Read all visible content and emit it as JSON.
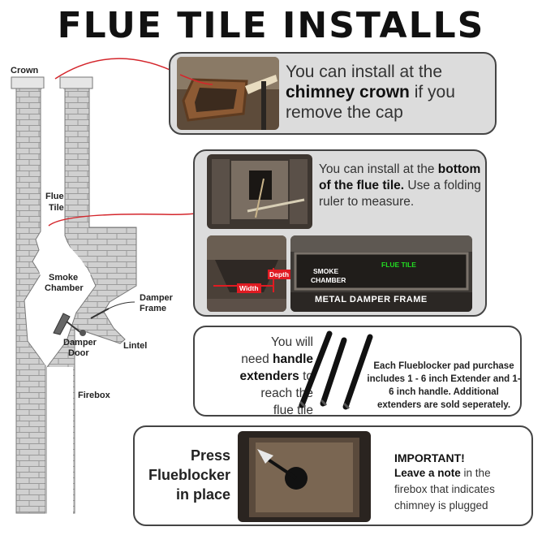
{
  "title": "FLUE TILE INSTALLS",
  "diagram": {
    "crown": "Crown",
    "flue_tile_1": "Flue",
    "flue_tile_2": "Tile",
    "smoke_chamber_1": "Smoke",
    "smoke_chamber_2": "Chamber",
    "damper_frame_1": "Damper",
    "damper_frame_2": "Frame",
    "damper_door_1": "Damper",
    "damper_door_2": "Door",
    "lintel": "Lintel",
    "firebox": "Firebox"
  },
  "panel1": {
    "pre": "You can install at the",
    "bold": "chimney crown",
    "post": " if you remove the cap"
  },
  "panel2": {
    "pre": "You can install at the",
    "bold": "bottom of the flue tile.",
    "post": "Use a folding ruler to measure.",
    "width_label": "Width",
    "depth_label": "Depth",
    "smoke_chamber_1": "SMOKE",
    "smoke_chamber_2": "CHAMBER",
    "flue_tile": "FLUE TILE",
    "metal_damper_frame": "METAL DAMPER FRAME"
  },
  "panel3": {
    "line1": "You will",
    "line2_pre": "need ",
    "line2_bold": "handle",
    "line3_bold": "extenders",
    "line3_post": " to",
    "line4": "reach the",
    "line5": "flue tile",
    "note": "Each Flueblocker pad purchase includes 1 - 6 inch Extender and 1- 6 inch handle. Additional extenders are sold seperately."
  },
  "panel4": {
    "press_1": "Press",
    "press_2": "Flueblocker",
    "press_3": "in place",
    "important": "IMPORTANT!",
    "note_bold": "Leave a note",
    "note_rest": " in the firebox that indicates chimney is plugged"
  },
  "colors": {
    "arrow": "#d4262c",
    "brick": "#cfcfcf",
    "panel_grey": "#dcdcdc"
  }
}
